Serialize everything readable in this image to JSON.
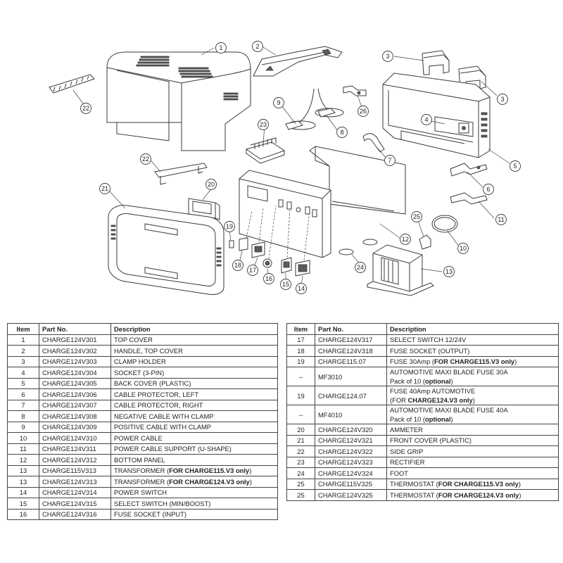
{
  "headers": {
    "item": "Item",
    "part": "Part No.",
    "desc": "Description"
  },
  "callouts": [
    "1",
    "2",
    "3",
    "3",
    "4",
    "5",
    "6",
    "7",
    "8",
    "9",
    "10",
    "11",
    "12",
    "13",
    "14",
    "15",
    "16",
    "17",
    "18",
    "19",
    "20",
    "21",
    "22",
    "22",
    "23",
    "24",
    "25",
    "26"
  ],
  "left_rows": [
    {
      "item": "1",
      "part": "CHARGE124V301",
      "desc": "TOP COVER"
    },
    {
      "item": "2",
      "part": "CHARGE124V302",
      "desc": "HANDLE, TOP COVER"
    },
    {
      "item": "3",
      "part": "CHARGE124V303",
      "desc": "CLAMP HOLDER"
    },
    {
      "item": "4",
      "part": "CHARGE124V304",
      "desc": "SOCKET (3-PIN)"
    },
    {
      "item": "5",
      "part": "CHARGE124V305",
      "desc": "BACK COVER (PLASTIC)"
    },
    {
      "item": "6",
      "part": "CHARGE124V306",
      "desc": "CABLE PROTECTOR, LEFT"
    },
    {
      "item": "7",
      "part": "CHARGE124V307",
      "desc": "CABLE PROTECTOR, RIGHT"
    },
    {
      "item": "8",
      "part": "CHARGE124V308",
      "desc": "NEGATIVE CABLE WITH CLAMP"
    },
    {
      "item": "9",
      "part": "CHARGE124V309",
      "desc": "POSITIVE CABLE WITH CLAMP"
    },
    {
      "item": "10",
      "part": "CHARGE124V310",
      "desc": "POWER CABLE"
    },
    {
      "item": "11",
      "part": "CHARGE124V311",
      "desc": "POWER CABLE SUPPORT (U-SHAPE)"
    },
    {
      "item": "12",
      "part": "CHARGE124V312",
      "desc": "BOTTOM PANEL"
    },
    {
      "item": "13",
      "part": "CHARGE115V313",
      "desc": "TRANSFORMER (",
      "bold": "FOR CHARGE115.V3 only",
      "tail": ")"
    },
    {
      "item": "13",
      "part": "CHARGE124V313",
      "desc": "TRANSFORMER (",
      "bold": "FOR CHARGE124.V3 only",
      "tail": ")"
    },
    {
      "item": "14",
      "part": "CHARGE124V314",
      "desc": "POWER SWITCH"
    },
    {
      "item": "15",
      "part": "CHARGE124V315",
      "desc": "SELECT SWITCH (MIN/BOOST)"
    },
    {
      "item": "16",
      "part": "CHARGE124V316",
      "desc": "FUSE SOCKET (INPUT)"
    }
  ],
  "right_rows": [
    {
      "item": "17",
      "part": "CHARGE124V317",
      "desc": "SELECT SWITCH 12/24V"
    },
    {
      "item": "18",
      "part": "CHARGE124V318",
      "desc": "FUSE SOCKET (OUTPUT)"
    },
    {
      "item": "19",
      "part": "CHARGE115.07",
      "desc": "FUSE 30Amp (",
      "bold": "FOR CHARGE115.V3 only",
      "tail": ")"
    },
    {
      "item": "--",
      "part": "MF3010",
      "desc": "AUTOMOTIVE MAXI BLADE FUSE 30A",
      "line2": "Pack of 10 (",
      "bold2": "optional",
      "tail2": ")"
    },
    {
      "item": "19",
      "part": "CHARGE124.07",
      "desc": "FUSE 40Amp AUTOMOTIVE",
      "line2": "(FOR ",
      "bold2": "CHARGE124.V3 only",
      "tail2": ")"
    },
    {
      "item": "--",
      "part": "MF4010",
      "desc": "AUTOMOTIVE MAXI BLADE FUSE 40A",
      "line2": "Pack of 10 (",
      "bold2": "optional",
      "tail2": ")"
    },
    {
      "item": "20",
      "part": "CHARGE124V320",
      "desc": "AMMETER"
    },
    {
      "item": "21",
      "part": "CHARGE124V321",
      "desc": "FRONT COVER (PLASTIC)"
    },
    {
      "item": "22",
      "part": "CHARGE124V322",
      "desc": "SIDE GRIP"
    },
    {
      "item": "23",
      "part": "CHARGE124V323",
      "desc": "RECTIFIER"
    },
    {
      "item": "24",
      "part": "CHARGE124V324",
      "desc": "FOOT"
    },
    {
      "item": "25",
      "part": "CHARGE115V325",
      "desc": "THERMOSTAT (",
      "bold": "FOR CHARGE115.V3 only",
      "tail": ")"
    },
    {
      "item": "25",
      "part": "CHARGE124V325",
      "desc": "THERMOSTAT (",
      "bold": "FOR CHARGE124.V3 only",
      "tail": ")"
    }
  ]
}
